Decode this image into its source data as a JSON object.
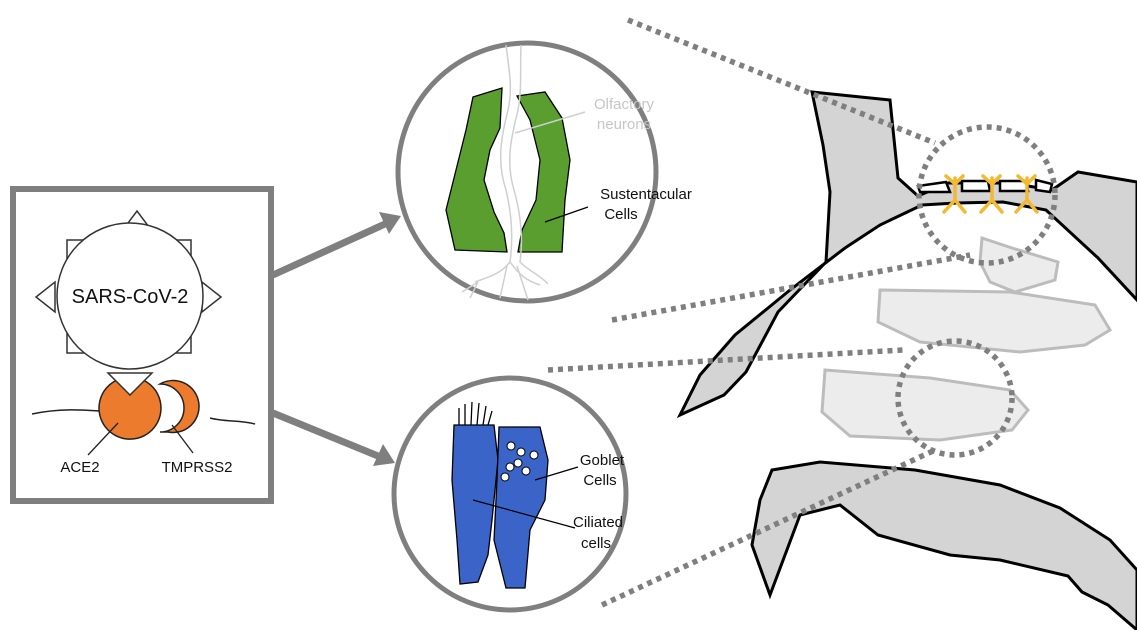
{
  "labels": {
    "virus": "SARS-CoV-2",
    "ace2": "ACE2",
    "tmprss2": "TMPRSS2",
    "olfactory_line1": "Olfactory",
    "olfactory_line2": "neurons",
    "sustentacular_line1": "Sustentacular",
    "sustentacular_line2": "Cells",
    "goblet_line1": "Goblet",
    "goblet_line2": "Cells",
    "ciliated_line1": "Ciliated",
    "ciliated_line2": "cells"
  },
  "colors": {
    "sustentacular": "#5a9e2f",
    "ciliated_goblet": "#3a64c8",
    "receptor": "#ec7b2e",
    "neuron_endings": "#f5b82e",
    "tissue": "#d4d4d4",
    "frame": "#7f7f7f",
    "outline": "#000000"
  }
}
